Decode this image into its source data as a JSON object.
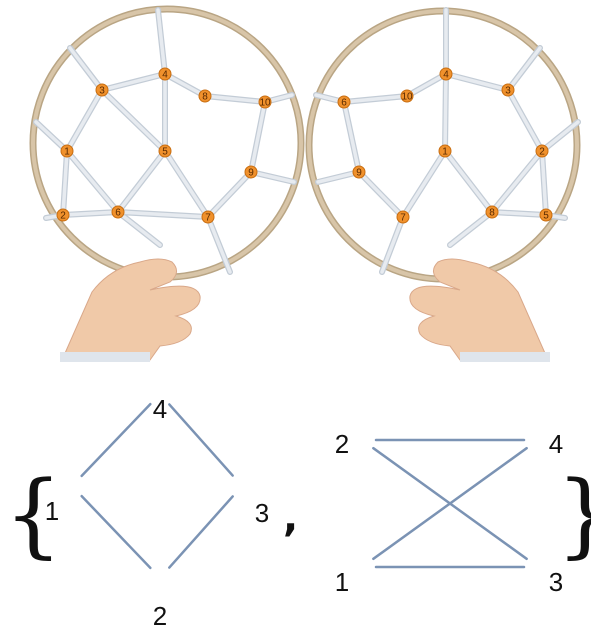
{
  "colors": {
    "hoop": "#d8c5a8",
    "hoop_edge": "#b9a584",
    "rod": "#e7ebf0",
    "rod_edge": "#c3ccd6",
    "node": "#f0912c",
    "node_edge": "#c86d10",
    "graph_edge": "#7b93b4",
    "skin": "#f0c9a8"
  },
  "hoop_left": {
    "node_labels": [
      "1",
      "2",
      "3",
      "4",
      "5",
      "6",
      "7",
      "8",
      "9",
      "10"
    ],
    "edges": [
      [
        1,
        2
      ],
      [
        1,
        3
      ],
      [
        1,
        6
      ],
      [
        2,
        6
      ],
      [
        3,
        4
      ],
      [
        3,
        5
      ],
      [
        4,
        5
      ],
      [
        4,
        8
      ],
      [
        5,
        6
      ],
      [
        5,
        7
      ],
      [
        6,
        7
      ],
      [
        7,
        9
      ],
      [
        8,
        10
      ],
      [
        9,
        10
      ]
    ]
  },
  "hoop_right": {
    "node_labels": [
      "1",
      "2",
      "3",
      "4",
      "5",
      "6",
      "7",
      "8",
      "9",
      "10"
    ],
    "edges": [
      [
        1,
        4
      ],
      [
        1,
        7
      ],
      [
        1,
        8
      ],
      [
        2,
        3
      ],
      [
        2,
        8
      ],
      [
        2,
        5
      ],
      [
        3,
        4
      ],
      [
        4,
        10
      ],
      [
        5,
        8
      ],
      [
        6,
        9
      ],
      [
        6,
        10
      ],
      [
        7,
        9
      ]
    ]
  },
  "set_notation": {
    "open_brace": "{",
    "separator": ",",
    "close_brace": "}",
    "graph_a": {
      "node_labels": [
        "1",
        "2",
        "3",
        "4"
      ],
      "edges": [
        [
          1,
          4
        ],
        [
          4,
          3
        ],
        [
          3,
          2
        ],
        [
          2,
          1
        ]
      ]
    },
    "graph_b": {
      "node_labels": [
        "1",
        "2",
        "3",
        "4"
      ],
      "edges": [
        [
          2,
          4
        ],
        [
          1,
          3
        ],
        [
          2,
          3
        ],
        [
          1,
          4
        ]
      ]
    }
  }
}
